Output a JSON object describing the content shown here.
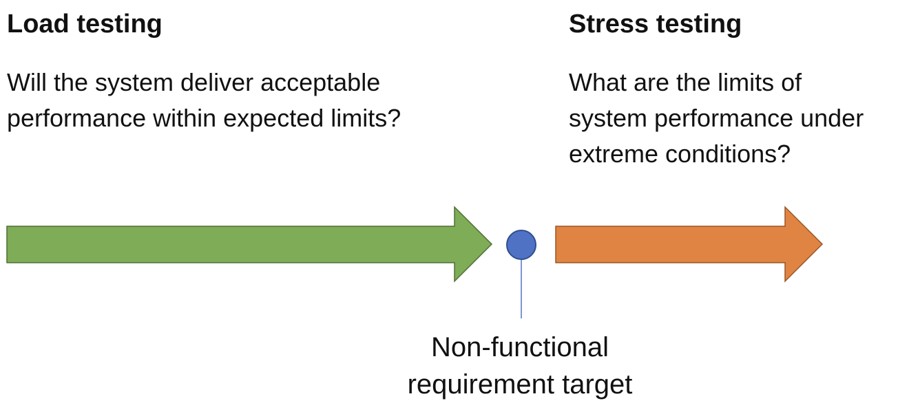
{
  "load": {
    "title": "Load testing",
    "lines": [
      "Will the system deliver acceptable",
      "performance within expected limits?"
    ],
    "arrow_color": "#7fac57",
    "arrow_stroke": "#4f6f33"
  },
  "stress": {
    "title": "Stress testing",
    "lines": [
      "What are the limits of",
      "system performance under",
      "extreme conditions?"
    ],
    "arrow_color": "#e08443",
    "arrow_stroke": "#9a5526"
  },
  "target": {
    "lines": [
      "Non-functional",
      "requirement target"
    ],
    "marker_color": "#4f72c4",
    "marker_stroke": "#2e4f8f",
    "connector_color": "#4f72c4"
  }
}
